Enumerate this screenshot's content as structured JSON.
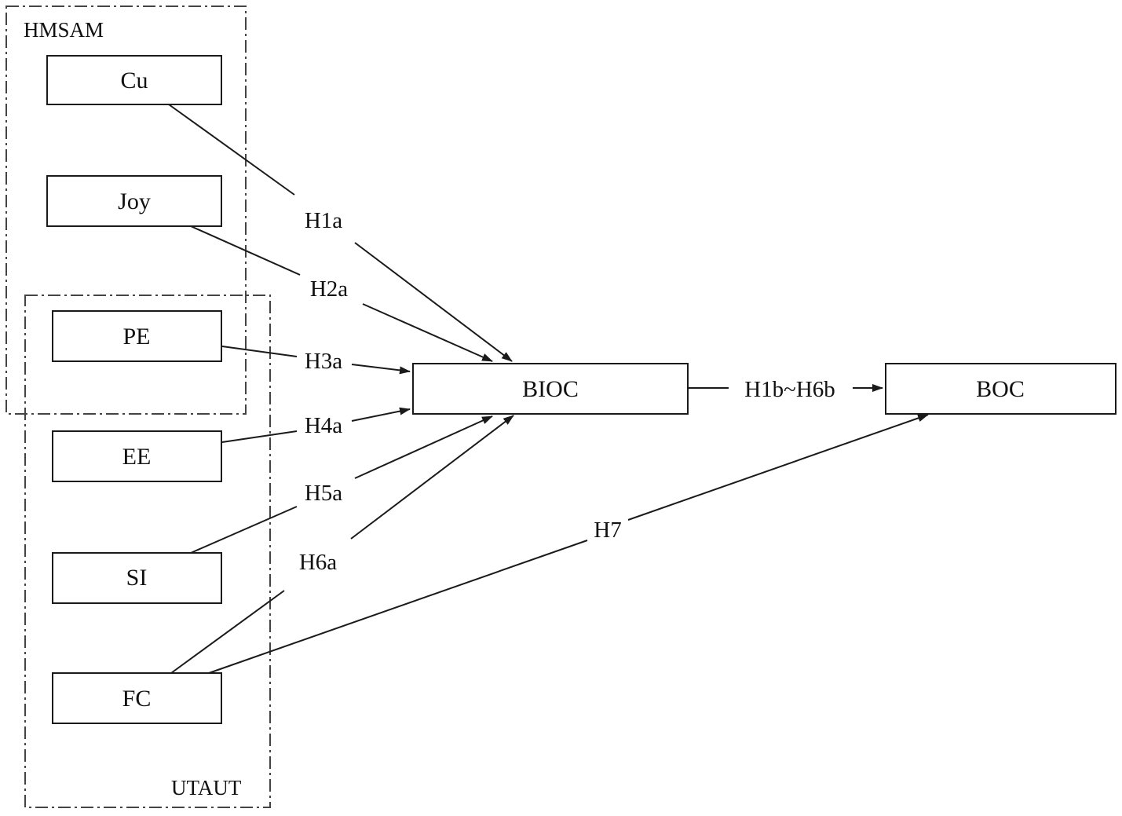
{
  "groups": {
    "hmsam": "HMSAM",
    "utaut": "UTAUT"
  },
  "nodes": {
    "cu": "Cu",
    "joy": "Joy",
    "pe": "PE",
    "ee": "EE",
    "si": "SI",
    "fc": "FC",
    "bioc": "BIOC",
    "boc": "BOC"
  },
  "hypotheses": {
    "h1a": "H1a",
    "h2a": "H2a",
    "h3a": "H3a",
    "h4a": "H4a",
    "h5a": "H5a",
    "h6a": "H6a",
    "h1b_h6b": "H1b~H6b",
    "h7": "H7"
  },
  "colors": {
    "stroke": "#1a1a1a",
    "background": "#ffffff"
  }
}
